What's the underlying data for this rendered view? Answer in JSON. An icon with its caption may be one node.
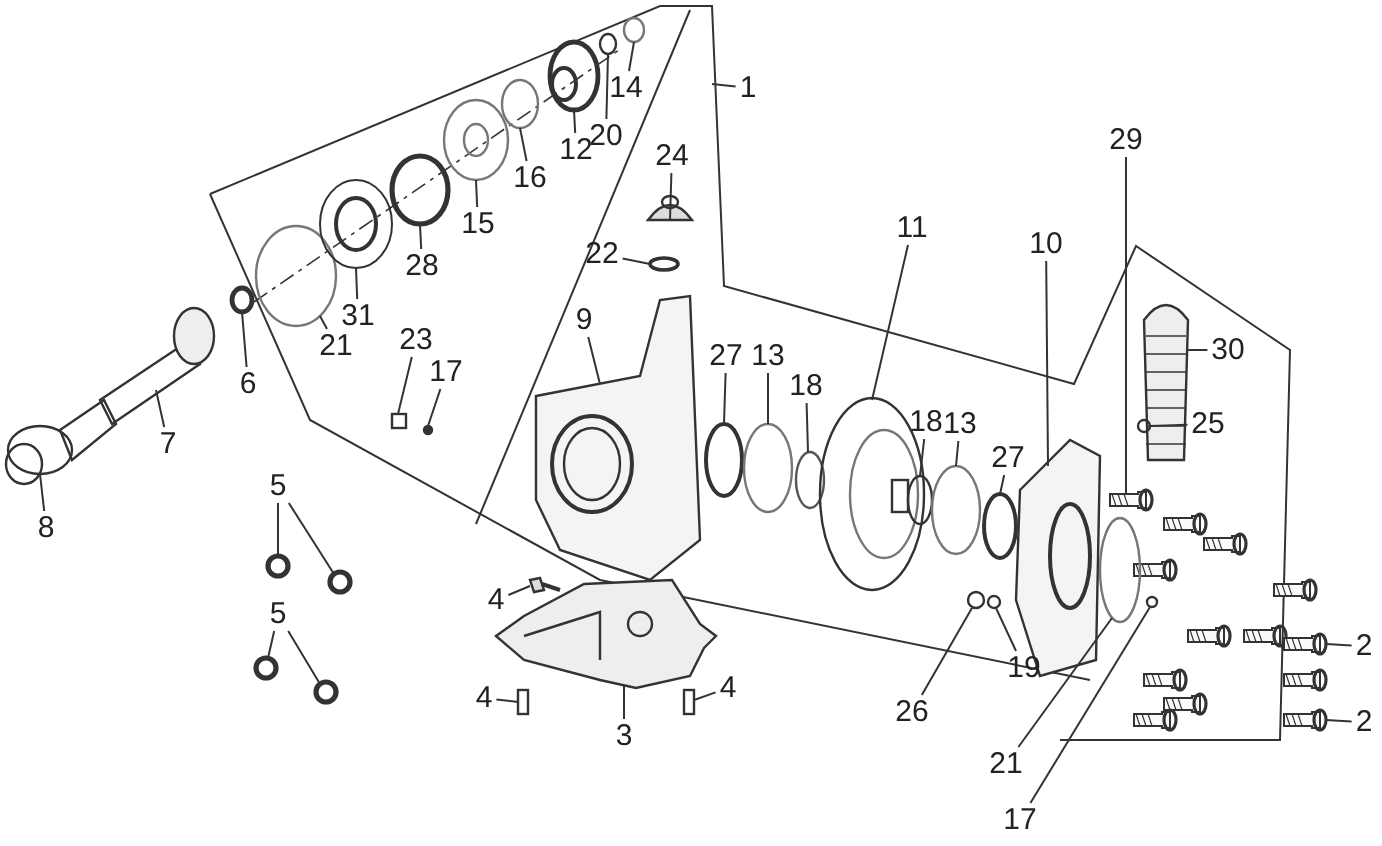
{
  "diagram": {
    "nodes": [
      {
        "text": [
          "1"
        ]
      },
      {
        "text": [
          "14"
        ]
      },
      {
        "text": [
          "20"
        ]
      },
      {
        "text": [
          "12"
        ]
      },
      {
        "text": [
          "24"
        ]
      },
      {
        "text": [
          "16"
        ]
      },
      {
        "text": [
          "15"
        ]
      },
      {
        "text": [
          "11"
        ]
      },
      {
        "text": [
          "10"
        ]
      },
      {
        "text": [
          "29"
        ]
      },
      {
        "text": [
          "22"
        ]
      },
      {
        "text": [
          "28"
        ]
      },
      {
        "text": [
          "31"
        ]
      },
      {
        "text": [
          "9"
        ]
      },
      {
        "text": [
          "21"
        ]
      },
      {
        "text": [
          "27"
        ]
      },
      {
        "text": [
          "13"
        ]
      },
      {
        "text": [
          "30"
        ]
      },
      {
        "text": [
          "23"
        ]
      },
      {
        "text": [
          "6"
        ]
      },
      {
        "text": [
          "17"
        ]
      },
      {
        "text": [
          "18"
        ]
      },
      {
        "text": [
          "18"
        ]
      },
      {
        "text": [
          "13"
        ]
      },
      {
        "text": [
          "25"
        ]
      },
      {
        "text": [
          "7"
        ]
      },
      {
        "text": [
          "27"
        ]
      },
      {
        "text": [
          "5"
        ]
      },
      {
        "text": [
          "8"
        ]
      },
      {
        "text": [
          "4"
        ]
      },
      {
        "text": [
          "5"
        ]
      },
      {
        "text": [
          "2"
        ]
      },
      {
        "text": [
          "19"
        ]
      },
      {
        "text": [
          "4"
        ]
      },
      {
        "text": [
          "4"
        ]
      },
      {
        "text": [
          "26"
        ]
      },
      {
        "text": [
          "2"
        ]
      },
      {
        "text": [
          "3"
        ]
      },
      {
        "text": [
          "21"
        ]
      },
      {
        "text": [
          "17"
        ]
      },
      {
        "text": [],
        "shape": "picture"
      },
      {
        "text": [],
        "shape": "picture"
      },
      {
        "text": [],
        "shape": "circle"
      },
      {
        "text": [],
        "shape": "circle"
      },
      {
        "text": [],
        "shape": "picture"
      },
      {
        "text": [],
        "shape": "circle"
      },
      {
        "text": [],
        "shape": "picture"
      },
      {
        "text": [],
        "shape": "circle"
      },
      {
        "text": [],
        "shape": "picture"
      },
      {
        "text": [],
        "shape": "circle"
      },
      {
        "text": [],
        "shape": "circle"
      },
      {
        "text": [],
        "shape": "picture"
      },
      {
        "text": [],
        "shape": "circle"
      },
      {
        "text": [],
        "shape": "picture"
      },
      {
        "text": [],
        "shape": "box"
      },
      {
        "text": [],
        "shape": "circle"
      },
      {
        "text": [],
        "shape": "circle"
      },
      {
        "text": [],
        "shape": "circle"
      },
      {
        "text": [],
        "shape": "circle"
      },
      {
        "text": [],
        "shape": "picture"
      },
      {
        "text": [],
        "shape": "circle"
      },
      {
        "text": [],
        "shape": "circle"
      },
      {
        "text": [],
        "shape": "circle"
      },
      {
        "text": [],
        "shape": "picture"
      },
      {
        "text": [],
        "shape": "picture"
      },
      {
        "text": [],
        "shape": "picture"
      },
      {
        "text": [],
        "shape": "circle"
      },
      {
        "text": [],
        "shape": "circle"
      },
      {
        "text": [],
        "shape": "circle"
      },
      {
        "text": [],
        "shape": "circle"
      },
      {
        "text": [],
        "shape": "circle"
      },
      {
        "text": [],
        "shape": "picture"
      },
      {
        "text": [],
        "shape": "box"
      },
      {
        "text": [],
        "shape": "box"
      },
      {
        "text": [],
        "shape": "picture"
      },
      {
        "text": [],
        "shape": "circle"
      },
      {
        "text": [],
        "shape": "circle"
      },
      {
        "text": [],
        "shape": "picture"
      },
      {
        "text": [],
        "shape": "picture"
      },
      {
        "text": [],
        "shape": "circle"
      },
      {
        "text": [],
        "shape": "circle"
      }
    ],
    "edges": [
      {
        "from": 0,
        "to": null,
        "arrow": "none"
      },
      {
        "from": 1,
        "to": 50,
        "arrow": "none"
      },
      {
        "from": 2,
        "to": 49,
        "arrow": "none"
      },
      {
        "from": 3,
        "to": 48,
        "arrow": "none"
      },
      {
        "from": 4,
        "to": 51,
        "arrow": "none"
      },
      {
        "from": 5,
        "to": 47,
        "arrow": "none"
      },
      {
        "from": 6,
        "to": 46,
        "arrow": "none"
      },
      {
        "from": 7,
        "to": 59,
        "arrow": "none"
      },
      {
        "from": 8,
        "to": 63,
        "arrow": "none"
      },
      {
        "from": 9,
        "to": 64,
        "arrow": "none"
      },
      {
        "from": 10,
        "to": 52,
        "arrow": "none"
      },
      {
        "from": 11,
        "to": 45,
        "arrow": "none"
      },
      {
        "from": 12,
        "to": 44,
        "arrow": "none"
      },
      {
        "from": 13,
        "to": 53,
        "arrow": "none"
      },
      {
        "from": 14,
        "to": 43,
        "arrow": "none"
      },
      {
        "from": 15,
        "to": 56,
        "arrow": "none"
      },
      {
        "from": 16,
        "to": 57,
        "arrow": "none"
      },
      {
        "from": 17,
        "to": 65,
        "arrow": "none"
      },
      {
        "from": 18,
        "to": 54,
        "arrow": "none"
      },
      {
        "from": 19,
        "to": 42,
        "arrow": "none"
      },
      {
        "from": 20,
        "to": 55,
        "arrow": "none"
      },
      {
        "from": 21,
        "to": 58,
        "arrow": "none"
      },
      {
        "from": 22,
        "to": 60,
        "arrow": "none"
      },
      {
        "from": 23,
        "to": 61,
        "arrow": "none"
      },
      {
        "from": 24,
        "to": 66,
        "arrow": "none"
      },
      {
        "from": 25,
        "to": 41,
        "arrow": "none"
      },
      {
        "from": 26,
        "to": 62,
        "arrow": "none"
      },
      {
        "from": 27,
        "to": 67,
        "arrow": "none"
      },
      {
        "from": 27,
        "to": 68,
        "arrow": "none"
      },
      {
        "from": 28,
        "to": 40,
        "arrow": "none"
      },
      {
        "from": 29,
        "to": 71,
        "arrow": "none"
      },
      {
        "from": 30,
        "to": 69,
        "arrow": "none"
      },
      {
        "from": 30,
        "to": 70,
        "arrow": "none"
      },
      {
        "from": 31,
        "to": 77,
        "arrow": "none"
      },
      {
        "from": 32,
        "to": 76,
        "arrow": "none"
      },
      {
        "from": 33,
        "to": 72,
        "arrow": "none"
      },
      {
        "from": 34,
        "to": 73,
        "arrow": "none"
      },
      {
        "from": 35,
        "to": 75,
        "arrow": "none"
      },
      {
        "from": 36,
        "to": 78,
        "arrow": "none"
      },
      {
        "from": 37,
        "to": 74,
        "arrow": "none"
      },
      {
        "from": 38,
        "to": 79,
        "arrow": "none"
      },
      {
        "from": 39,
        "to": 80,
        "arrow": "none"
      }
    ]
  }
}
